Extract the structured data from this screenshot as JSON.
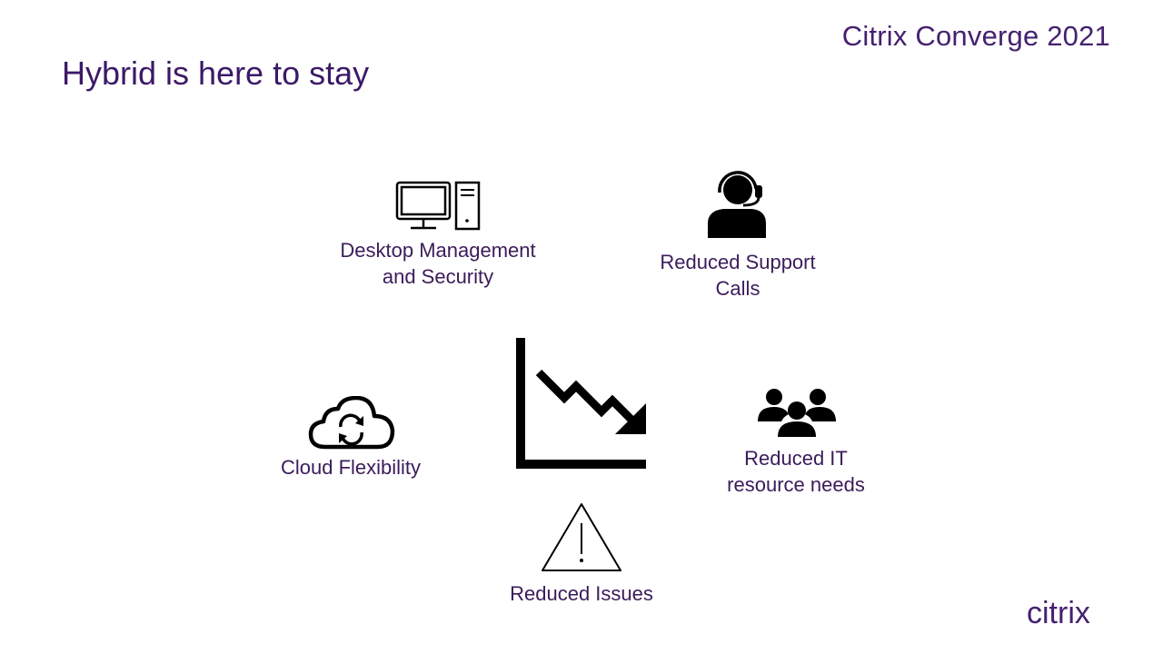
{
  "header": {
    "event": "Citrix Converge 2021",
    "title": "Hybrid is here to stay"
  },
  "benefits": {
    "desktop": "Desktop Management\nand Security",
    "support": "Reduced Support\nCalls",
    "cloud": "Cloud Flexibility",
    "resources": "Reduced IT\nresource needs",
    "issues": "Reduced Issues"
  },
  "icons": {
    "desktop": "desktop-computer-icon",
    "support": "headset-agent-icon",
    "cloud": "cloud-sync-icon",
    "resources": "people-group-icon",
    "issues": "warning-triangle-icon",
    "center": "downward-trend-chart-icon"
  },
  "brand": {
    "logo": "citrix",
    "color": "#452170"
  }
}
